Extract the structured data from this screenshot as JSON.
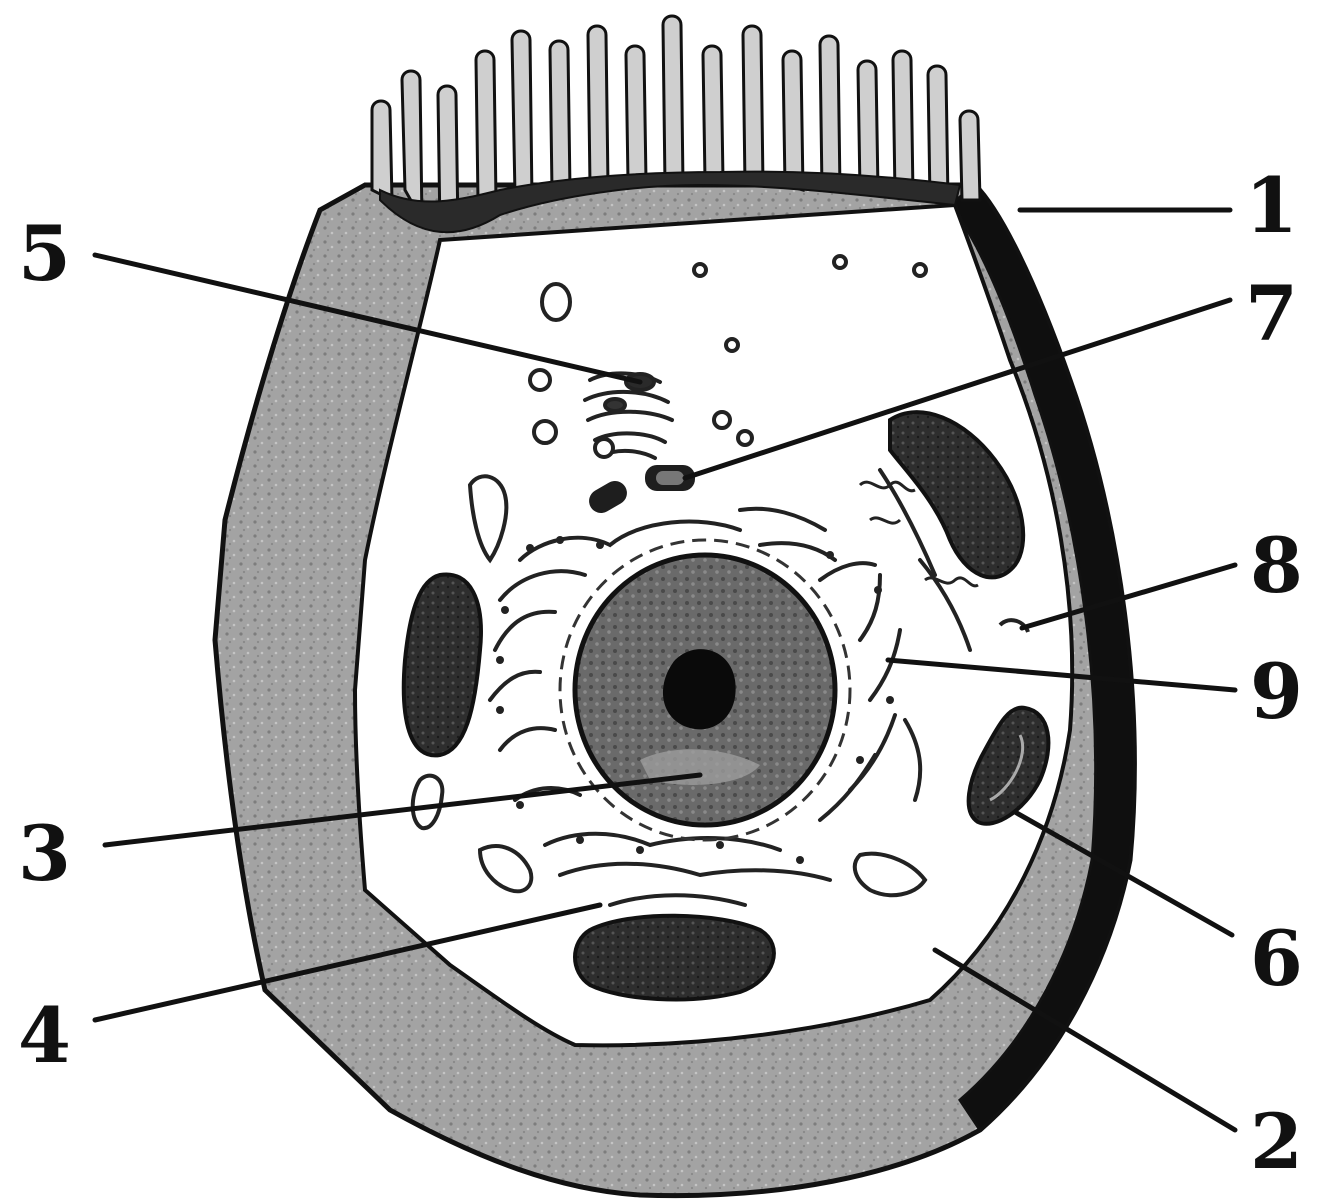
{
  "diagram": {
    "labels": {
      "l1": "1",
      "l2": "2",
      "l3": "3",
      "l4": "4",
      "l5": "5",
      "l6": "6",
      "l7": "7",
      "l8": "8",
      "l9": "9"
    },
    "colors": {
      "ink": "#111111",
      "cell_wall": "#9a9a9a",
      "cytoplasm": "#ffffff",
      "nucleus": "#6e6e6e",
      "nucleolus": "#111111",
      "organelle": "#3a3a3a"
    }
  }
}
